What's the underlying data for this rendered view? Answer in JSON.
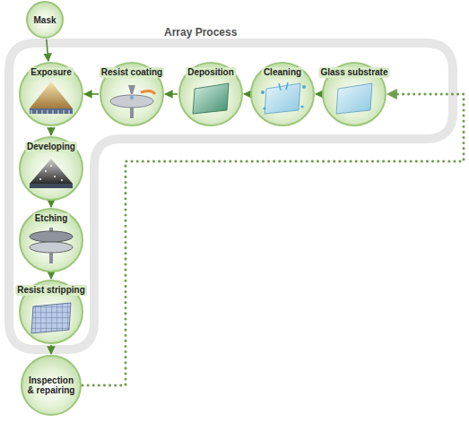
{
  "diagram": {
    "title": "Array Process",
    "nodes": [
      {
        "text": [
          "Mask"
        ]
      },
      {
        "text": [
          "Exposure"
        ]
      },
      {
        "text": [
          "Resist coating"
        ]
      },
      {
        "text": [
          "Deposition"
        ]
      },
      {
        "text": [
          "Cleaning"
        ]
      },
      {
        "text": [
          "Glass substrate"
        ]
      },
      {
        "text": [
          "Developing"
        ]
      },
      {
        "text": [
          "Etching"
        ]
      },
      {
        "text": [
          "Resist stripping"
        ]
      },
      {
        "text": [
          "Inspection & repairing"
        ]
      }
    ],
    "edges": [
      {
        "from": 5,
        "to": 4,
        "arrow": "to"
      },
      {
        "from": 4,
        "to": 3,
        "arrow": "to"
      },
      {
        "from": 3,
        "to": 2,
        "arrow": "to"
      },
      {
        "from": 2,
        "to": 1,
        "arrow": "to"
      },
      {
        "from": 0,
        "to": 1,
        "arrow": "to"
      },
      {
        "from": 1,
        "to": 6,
        "arrow": "to"
      },
      {
        "from": 6,
        "to": 7,
        "arrow": "to"
      },
      {
        "from": 7,
        "to": 8,
        "arrow": "to"
      },
      {
        "from": 8,
        "to": 9,
        "arrow": "to"
      },
      {
        "from": 9,
        "to": 5,
        "arrow": "to"
      }
    ]
  }
}
